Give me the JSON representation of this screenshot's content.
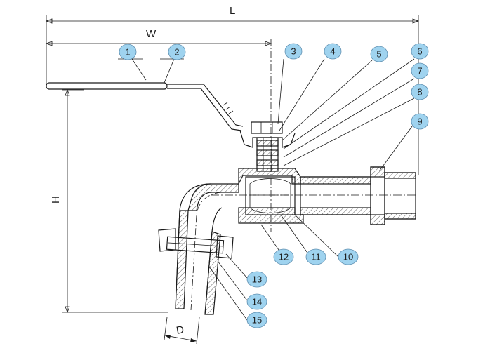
{
  "dimensions": {
    "L": "L",
    "W": "W",
    "H": "H",
    "D": "D"
  },
  "balloons": [
    "1",
    "2",
    "3",
    "4",
    "5",
    "6",
    "7",
    "8",
    "9",
    "10",
    "11",
    "12",
    "13",
    "14",
    "15"
  ],
  "colors": {
    "balloon_fill": "#9fd3ef",
    "balloon_stroke": "#5f8fb0",
    "line": "#1a1a1a",
    "background": "#ffffff"
  }
}
